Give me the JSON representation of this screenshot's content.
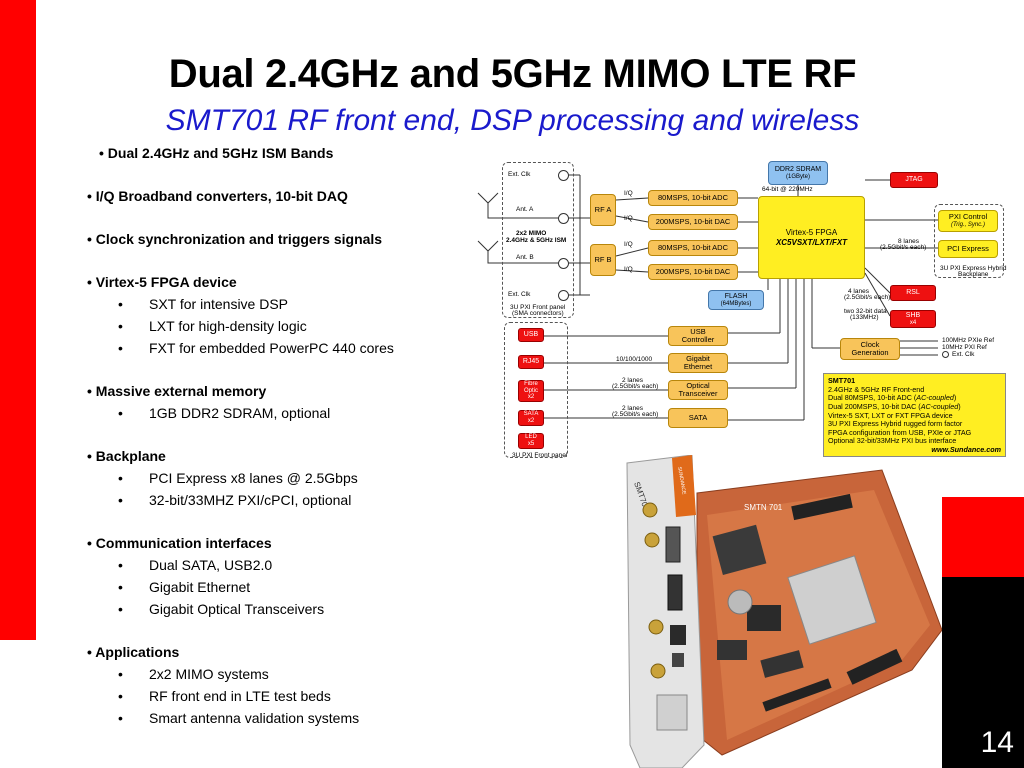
{
  "title": "Dual 2.4GHz and 5GHz MIMO LTE RF",
  "subtitle": "SMT701 RF front end, DSP processing and wireless",
  "page_number": "14",
  "colors": {
    "accent_red": "#ff0000",
    "subtitle_blue": "#1a1acc",
    "box_orange": "#f8c45a",
    "box_red": "#ee1111",
    "box_blue": "#8fc1f0",
    "box_yellow": "#ffee22"
  },
  "bullets": {
    "b1": "Dual 2.4GHz and 5GHz ISM Bands",
    "b2": "I/Q Broadband converters, 10-bit DAQ",
    "b3": "Clock synchronization and triggers signals",
    "b4": "Virtex-5 FPGA device",
    "b4_s1": "SXT for intensive DSP",
    "b4_s2": "LXT for high-density logic",
    "b4_s3": "FXT for embedded PowerPC 440 cores",
    "b5": "Massive external memory",
    "b5_s1": "1GB DDR2 SDRAM, optional",
    "b6": "Backplane",
    "b6_s1": "PCI Express x8 lanes @ 2.5Gbps",
    "b6_s2": "32-bit/33MHZ  PXI/cPCI, optional",
    "b7": "Communication interfaces",
    "b7_s1": "Dual SATA, USB2.0",
    "b7_s2": "Gigabit Ethernet",
    "b7_s3": "Gigabit Optical Transceivers",
    "b8": "Applications",
    "b8_s1": "2x2 MIMO systems",
    "b8_s2": "RF front end in LTE test beds",
    "b8_s3": "Smart antenna validation systems"
  },
  "diagram": {
    "ext_clk_1": "Ext. Clk",
    "ant_a": "Ant. A",
    "mimo_label_1": "2x2 MIMO",
    "mimo_label_2": "2.4GHz & 5GHz ISM",
    "ant_b": "Ant. B",
    "ext_clk_2": "Ext. Clk",
    "front_panel_sma_1": "3U PXI Front panel",
    "front_panel_sma_2": "(SMA connectors)",
    "rf_a": "RF A",
    "rf_b": "RF B",
    "iq": "I/Q",
    "adc_1": "80MSPS, 10-bit ADC",
    "dac_1": "200MSPS, 10-bit DAC",
    "adc_2": "80MSPS, 10-bit ADC",
    "dac_2": "200MSPS, 10-bit DAC",
    "ddr2_1": "DDR2 SDRAM",
    "ddr2_2": "(1GByte)",
    "ddr2_bus": "64-bit @ 220MHz",
    "fpga_1": "Virtex-5 FPGA",
    "fpga_2": "XC5VSXT/LXT/FXT",
    "jtag": "JTAG",
    "pxi_control_1": "PXI Control",
    "pxi_control_2": "(Trig., Sync.)",
    "pci_express": "PCI Express",
    "lanes_8_1": "8 lanes",
    "lanes_8_2": "(2.5Gbit/s each)",
    "backplane_1": "3U PXI Express Hybrid",
    "backplane_2": "Backplane",
    "flash_1": "FLASH",
    "flash_2": "(64MBytes)",
    "lanes_4_1": "4 lanes",
    "lanes_4_2": "(2.5Gbit/s each)",
    "bus_32_1": "two 32-bit data",
    "bus_32_2": "(133MHz)",
    "rsl": "RSL",
    "shb_1": "SHB",
    "shb_2": "x4",
    "usb_controller_1": "USB",
    "usb_controller_2": "Controller",
    "gige_1": "Gigabit",
    "gige_2": "Ethernet",
    "optical_1": "Optical",
    "optical_2": "Transceiver",
    "sata": "SATA",
    "clock_gen_1": "Clock",
    "clock_gen_2": "Generation",
    "clk_in_1": "100MHz PXIe Ref",
    "clk_in_2": "10MHz PXI Ref",
    "clk_in_3": "Ext. Clk",
    "eth_speed": "10/100/1000",
    "lanes_2a_1": "2 lanes",
    "lanes_2a_2": "(2.5Gbit/s each)",
    "lanes_2b_1": "2 lanes",
    "lanes_2b_2": "(2.5Gbit/s each)",
    "port_usb": "USB",
    "port_rj45": "RJ45",
    "port_fibre_1": "Fibre",
    "port_fibre_2": "Optic",
    "port_fibre_3": "x2",
    "port_sata_1": "SATA",
    "port_sata_2": "x2",
    "port_led_1": "LED",
    "port_led_2": "x5",
    "front_panel_2": "3U PXI Front panel",
    "info": {
      "l1": "SMT701",
      "l2": "2.4GHz & 5GHz RF Front-end",
      "l3a": "Dual 80MSPS, 10-bit ADC (",
      "l3b": "AC-coupled",
      "l3c": ")",
      "l4a": "Dual 200MSPS, 10-bit DAC (",
      "l4b": "AC-coupled",
      "l4c": ")",
      "l5": "Virtex-5 SXT, LXT or FXT FPGA device",
      "l6": "3U PXI Express Hybrid rugged form factor",
      "l7": "FPGA configuration from USB, PXIe or JTAG",
      "l8": "Optional 32-bit/33MHz PXI bus interface",
      "l9": "www.Sundance.com"
    }
  },
  "photo": {
    "brand_1": "SMT701",
    "brand_2": "SUNDANCE",
    "board_label": "SMTN 701"
  }
}
